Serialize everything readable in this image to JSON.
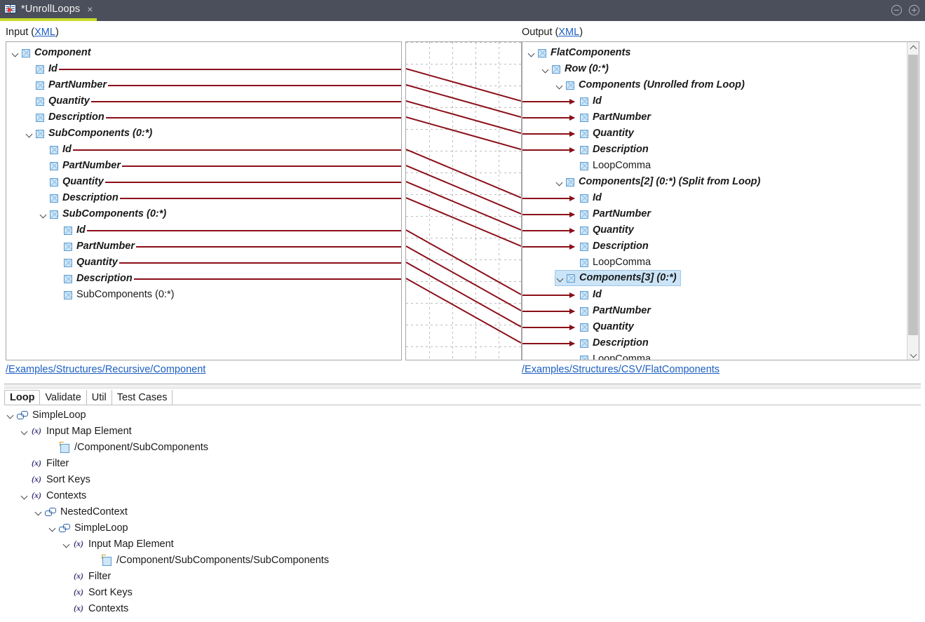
{
  "titlebar": {
    "tab_label": "*UnrollLoops",
    "close_label": "×",
    "icon": "mapping-document-icon",
    "collapse_all": "collapse-all-icon",
    "expand_all": "expand-all-icon"
  },
  "mapper": {
    "input": {
      "label_prefix": "Input (",
      "label_link": "XML",
      "label_suffix": ")",
      "path": "/Examples/Structures/Recursive/Component",
      "rows": [
        {
          "label": "Component",
          "depth": 0,
          "twisty": true,
          "mapped": true,
          "connector": false
        },
        {
          "label": "Id",
          "depth": 1,
          "twisty": false,
          "mapped": true,
          "connector": true
        },
        {
          "label": "PartNumber",
          "depth": 1,
          "twisty": false,
          "mapped": true,
          "connector": true
        },
        {
          "label": "Quantity",
          "depth": 1,
          "twisty": false,
          "mapped": true,
          "connector": true
        },
        {
          "label": "Description",
          "depth": 1,
          "twisty": false,
          "mapped": true,
          "connector": true
        },
        {
          "label": "SubComponents (0:*)",
          "depth": 1,
          "twisty": true,
          "mapped": true,
          "connector": false
        },
        {
          "label": "Id",
          "depth": 2,
          "twisty": false,
          "mapped": true,
          "connector": true
        },
        {
          "label": "PartNumber",
          "depth": 2,
          "twisty": false,
          "mapped": true,
          "connector": true
        },
        {
          "label": "Quantity",
          "depth": 2,
          "twisty": false,
          "mapped": true,
          "connector": true
        },
        {
          "label": "Description",
          "depth": 2,
          "twisty": false,
          "mapped": true,
          "connector": true
        },
        {
          "label": "SubComponents (0:*)",
          "depth": 2,
          "twisty": true,
          "mapped": true,
          "connector": false
        },
        {
          "label": "Id",
          "depth": 3,
          "twisty": false,
          "mapped": true,
          "connector": true
        },
        {
          "label": "PartNumber",
          "depth": 3,
          "twisty": false,
          "mapped": true,
          "connector": true
        },
        {
          "label": "Quantity",
          "depth": 3,
          "twisty": false,
          "mapped": true,
          "connector": true
        },
        {
          "label": "Description",
          "depth": 3,
          "twisty": false,
          "mapped": true,
          "connector": true
        },
        {
          "label": "SubComponents (0:*)",
          "depth": 3,
          "twisty": false,
          "mapped": false,
          "connector": false
        }
      ]
    },
    "output": {
      "label_prefix": "Output (",
      "label_link": "XML",
      "label_suffix": ")",
      "path": "/Examples/Structures/CSV/FlatComponents",
      "rows": [
        {
          "label": "FlatComponents",
          "depth": 0,
          "twisty": true,
          "mapped": true,
          "arrow": false,
          "selected": false
        },
        {
          "label": "Row (0:*)",
          "depth": 1,
          "twisty": true,
          "mapped": true,
          "arrow": false,
          "selected": false
        },
        {
          "label": "Components (Unrolled from Loop)",
          "depth": 2,
          "twisty": true,
          "mapped": true,
          "arrow": false,
          "selected": false
        },
        {
          "label": "Id",
          "depth": 3,
          "twisty": false,
          "mapped": true,
          "arrow": true,
          "selected": false
        },
        {
          "label": "PartNumber",
          "depth": 3,
          "twisty": false,
          "mapped": true,
          "arrow": true,
          "selected": false
        },
        {
          "label": "Quantity",
          "depth": 3,
          "twisty": false,
          "mapped": true,
          "arrow": true,
          "selected": false
        },
        {
          "label": "Description",
          "depth": 3,
          "twisty": false,
          "mapped": true,
          "arrow": true,
          "selected": false
        },
        {
          "label": "LoopComma",
          "depth": 3,
          "twisty": false,
          "mapped": false,
          "arrow": false,
          "selected": false
        },
        {
          "label": "Components[2] (0:*) (Split from Loop)",
          "depth": 2,
          "twisty": true,
          "mapped": true,
          "arrow": false,
          "selected": false
        },
        {
          "label": "Id",
          "depth": 3,
          "twisty": false,
          "mapped": true,
          "arrow": true,
          "selected": false
        },
        {
          "label": "PartNumber",
          "depth": 3,
          "twisty": false,
          "mapped": true,
          "arrow": true,
          "selected": false
        },
        {
          "label": "Quantity",
          "depth": 3,
          "twisty": false,
          "mapped": true,
          "arrow": true,
          "selected": false
        },
        {
          "label": "Description",
          "depth": 3,
          "twisty": false,
          "mapped": true,
          "arrow": true,
          "selected": false
        },
        {
          "label": "LoopComma",
          "depth": 3,
          "twisty": false,
          "mapped": false,
          "arrow": false,
          "selected": false
        },
        {
          "label": "Components[3] (0:*)",
          "depth": 2,
          "twisty": true,
          "mapped": true,
          "arrow": false,
          "selected": true
        },
        {
          "label": "Id",
          "depth": 3,
          "twisty": false,
          "mapped": true,
          "arrow": true,
          "selected": false
        },
        {
          "label": "PartNumber",
          "depth": 3,
          "twisty": false,
          "mapped": true,
          "arrow": true,
          "selected": false
        },
        {
          "label": "Quantity",
          "depth": 3,
          "twisty": false,
          "mapped": true,
          "arrow": true,
          "selected": false
        },
        {
          "label": "Description",
          "depth": 3,
          "twisty": false,
          "mapped": true,
          "arrow": true,
          "selected": false
        },
        {
          "label": "LoopComma",
          "depth": 3,
          "twisty": false,
          "mapped": false,
          "arrow": false,
          "selected": false
        }
      ],
      "scrollbar": {
        "up": "chevron-up-icon",
        "down": "chevron-down-icon"
      }
    },
    "connector_color": "#8b0f18"
  },
  "bottom": {
    "tabs": [
      {
        "label": "Loop",
        "active": true
      },
      {
        "label": "Validate",
        "active": false
      },
      {
        "label": "Util",
        "active": false
      },
      {
        "label": "Test Cases",
        "active": false
      }
    ],
    "tree": [
      {
        "label": "SimpleLoop",
        "depth": 0,
        "twisty": true,
        "icon": "loop"
      },
      {
        "label": "Input Map Element",
        "depth": 1,
        "twisty": true,
        "icon": "expr"
      },
      {
        "label": "/Component/SubComponents",
        "depth": 3,
        "twisty": false,
        "icon": "elem"
      },
      {
        "label": "Filter",
        "depth": 1,
        "twisty": false,
        "icon": "expr"
      },
      {
        "label": "Sort Keys",
        "depth": 1,
        "twisty": false,
        "icon": "expr"
      },
      {
        "label": "Contexts",
        "depth": 1,
        "twisty": true,
        "icon": "expr"
      },
      {
        "label": "NestedContext",
        "depth": 2,
        "twisty": true,
        "icon": "loop"
      },
      {
        "label": "SimpleLoop",
        "depth": 3,
        "twisty": true,
        "icon": "loop"
      },
      {
        "label": "Input Map Element",
        "depth": 4,
        "twisty": true,
        "icon": "expr"
      },
      {
        "label": "/Component/SubComponents/SubComponents",
        "depth": 6,
        "twisty": false,
        "icon": "elem"
      },
      {
        "label": "Filter",
        "depth": 4,
        "twisty": false,
        "icon": "expr"
      },
      {
        "label": "Sort Keys",
        "depth": 4,
        "twisty": false,
        "icon": "expr"
      },
      {
        "label": "Contexts",
        "depth": 4,
        "twisty": false,
        "icon": "expr"
      }
    ],
    "expr_icon_glyph": "(x)"
  }
}
